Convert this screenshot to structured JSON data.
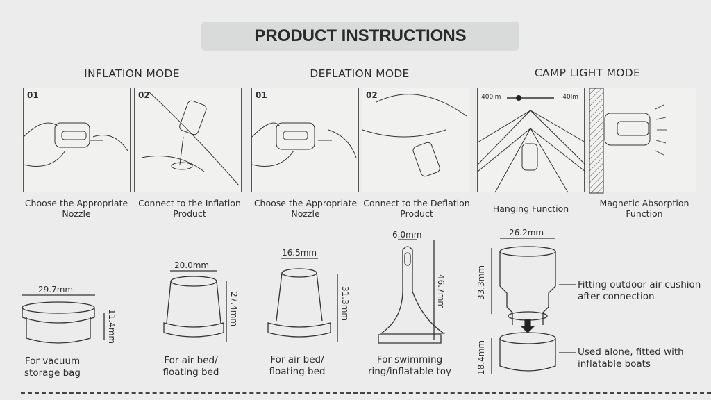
{
  "title": "PRODUCT INSTRUCTIONS",
  "sections": [
    {
      "heading": "INFLATION MODE",
      "steps": [
        {
          "num": "01",
          "caption": "Choose the Appropriate Nozzle"
        },
        {
          "num": "02",
          "caption": "Connect to the Inflation Product"
        }
      ]
    },
    {
      "heading": "DEFLATION MODE",
      "steps": [
        {
          "num": "01",
          "caption": "Choose the Appropriate Nozzle"
        },
        {
          "num": "02",
          "caption": "Connect to the Deflation Product"
        }
      ]
    },
    {
      "heading": "CAMP LIGHT MODE",
      "steps": [
        {
          "caption": "Hanging Function"
        },
        {
          "caption": "Magnetic Absorption Function"
        }
      ]
    }
  ],
  "brightness": {
    "max": "400lm",
    "min": "40lm"
  },
  "nozzles": [
    {
      "width": "29.7mm",
      "height": "11.4mm",
      "use": "For vacuum storage bag"
    },
    {
      "width": "20.0mm",
      "height": "27.4mm",
      "use": "For air bed/ floating bed"
    },
    {
      "width": "16.5mm",
      "height": "31.3mm",
      "use": "For air bed/ floating bed"
    },
    {
      "width": "6.0mm",
      "height": "46.7mm",
      "use": "For swimming ring/inflatable toy"
    }
  ],
  "adapter": {
    "width": "26.2mm",
    "top_height": "33.3mm",
    "bottom_height": "18.4mm",
    "top_note": "Fitting outdoor air cushion after connection",
    "bottom_note": "Used alone, fitted with inflatable boats"
  }
}
